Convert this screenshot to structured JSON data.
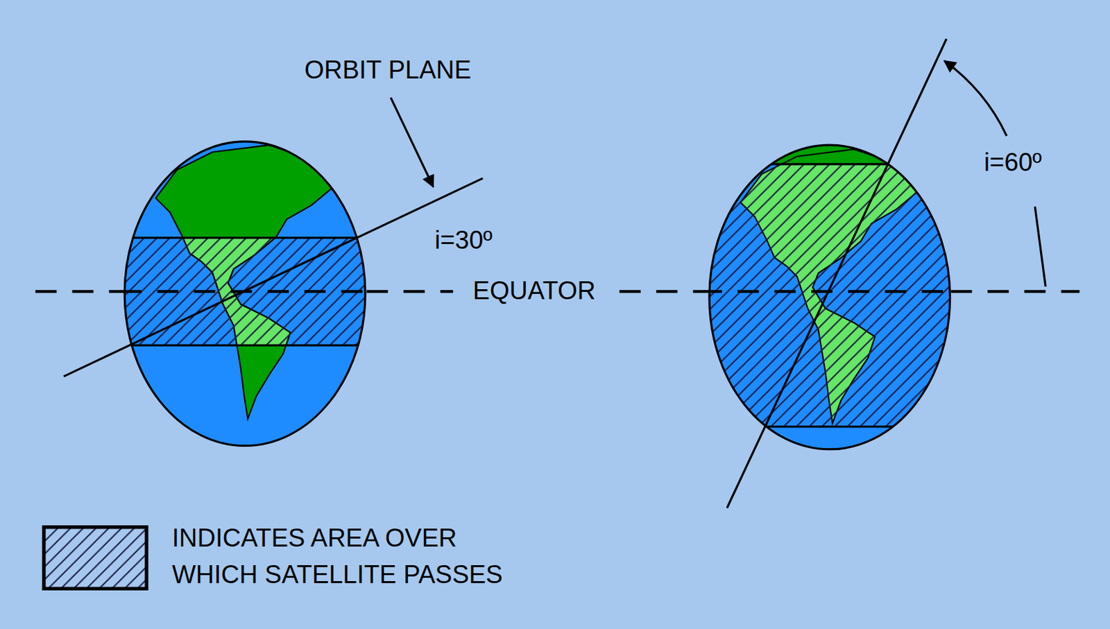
{
  "diagram": {
    "labels": [
      "ORBIT PLANE",
      "i=30º",
      "EQUATOR",
      "i=60º"
    ],
    "legend": [
      {
        "text": "INDICATES AREA OVER WHICH SATELLITE PASSES"
      }
    ]
  }
}
